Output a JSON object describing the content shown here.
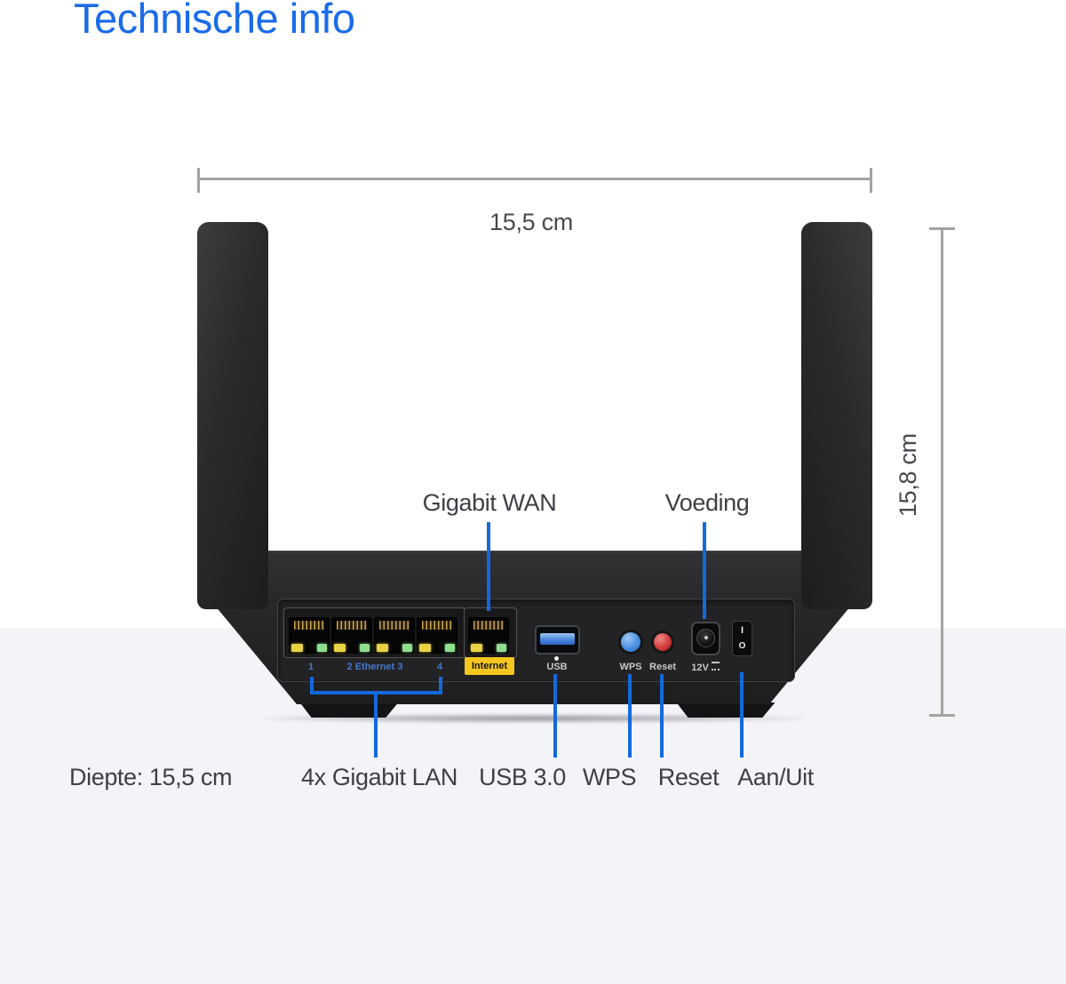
{
  "title": "Technische info",
  "dimensions": {
    "width": "15,5 cm",
    "height": "15,8 cm",
    "depth": "Diepte: 15,5 cm"
  },
  "callouts": {
    "gigabit_wan": "Gigabit WAN",
    "voeding": "Voeding",
    "lan": "4x Gigabit LAN",
    "usb": "USB 3.0",
    "wps": "WPS",
    "reset": "Reset",
    "power_switch": "Aan/Uit"
  },
  "panel": {
    "port_left": "1",
    "port_middle": "2 Ethernet 3",
    "port_right": "4",
    "internet": "Internet",
    "usb": "USB",
    "wps": "WPS",
    "reset": "Reset",
    "power": "12V",
    "switch_on": "I",
    "switch_off": "O"
  },
  "colors": {
    "accent_blue": "#1569dd",
    "title_blue": "#1a6be8",
    "background_lower": "#f3f4f8",
    "internet_yellow": "#f3c71f",
    "led_yellow": "#e8d245",
    "led_green": "#8fde8f",
    "wps_button_blue": "#4a90e2",
    "reset_button_red": "#d23a3a",
    "dimension_gray": "#a3a3a3",
    "label_gray": "#3d4046"
  }
}
